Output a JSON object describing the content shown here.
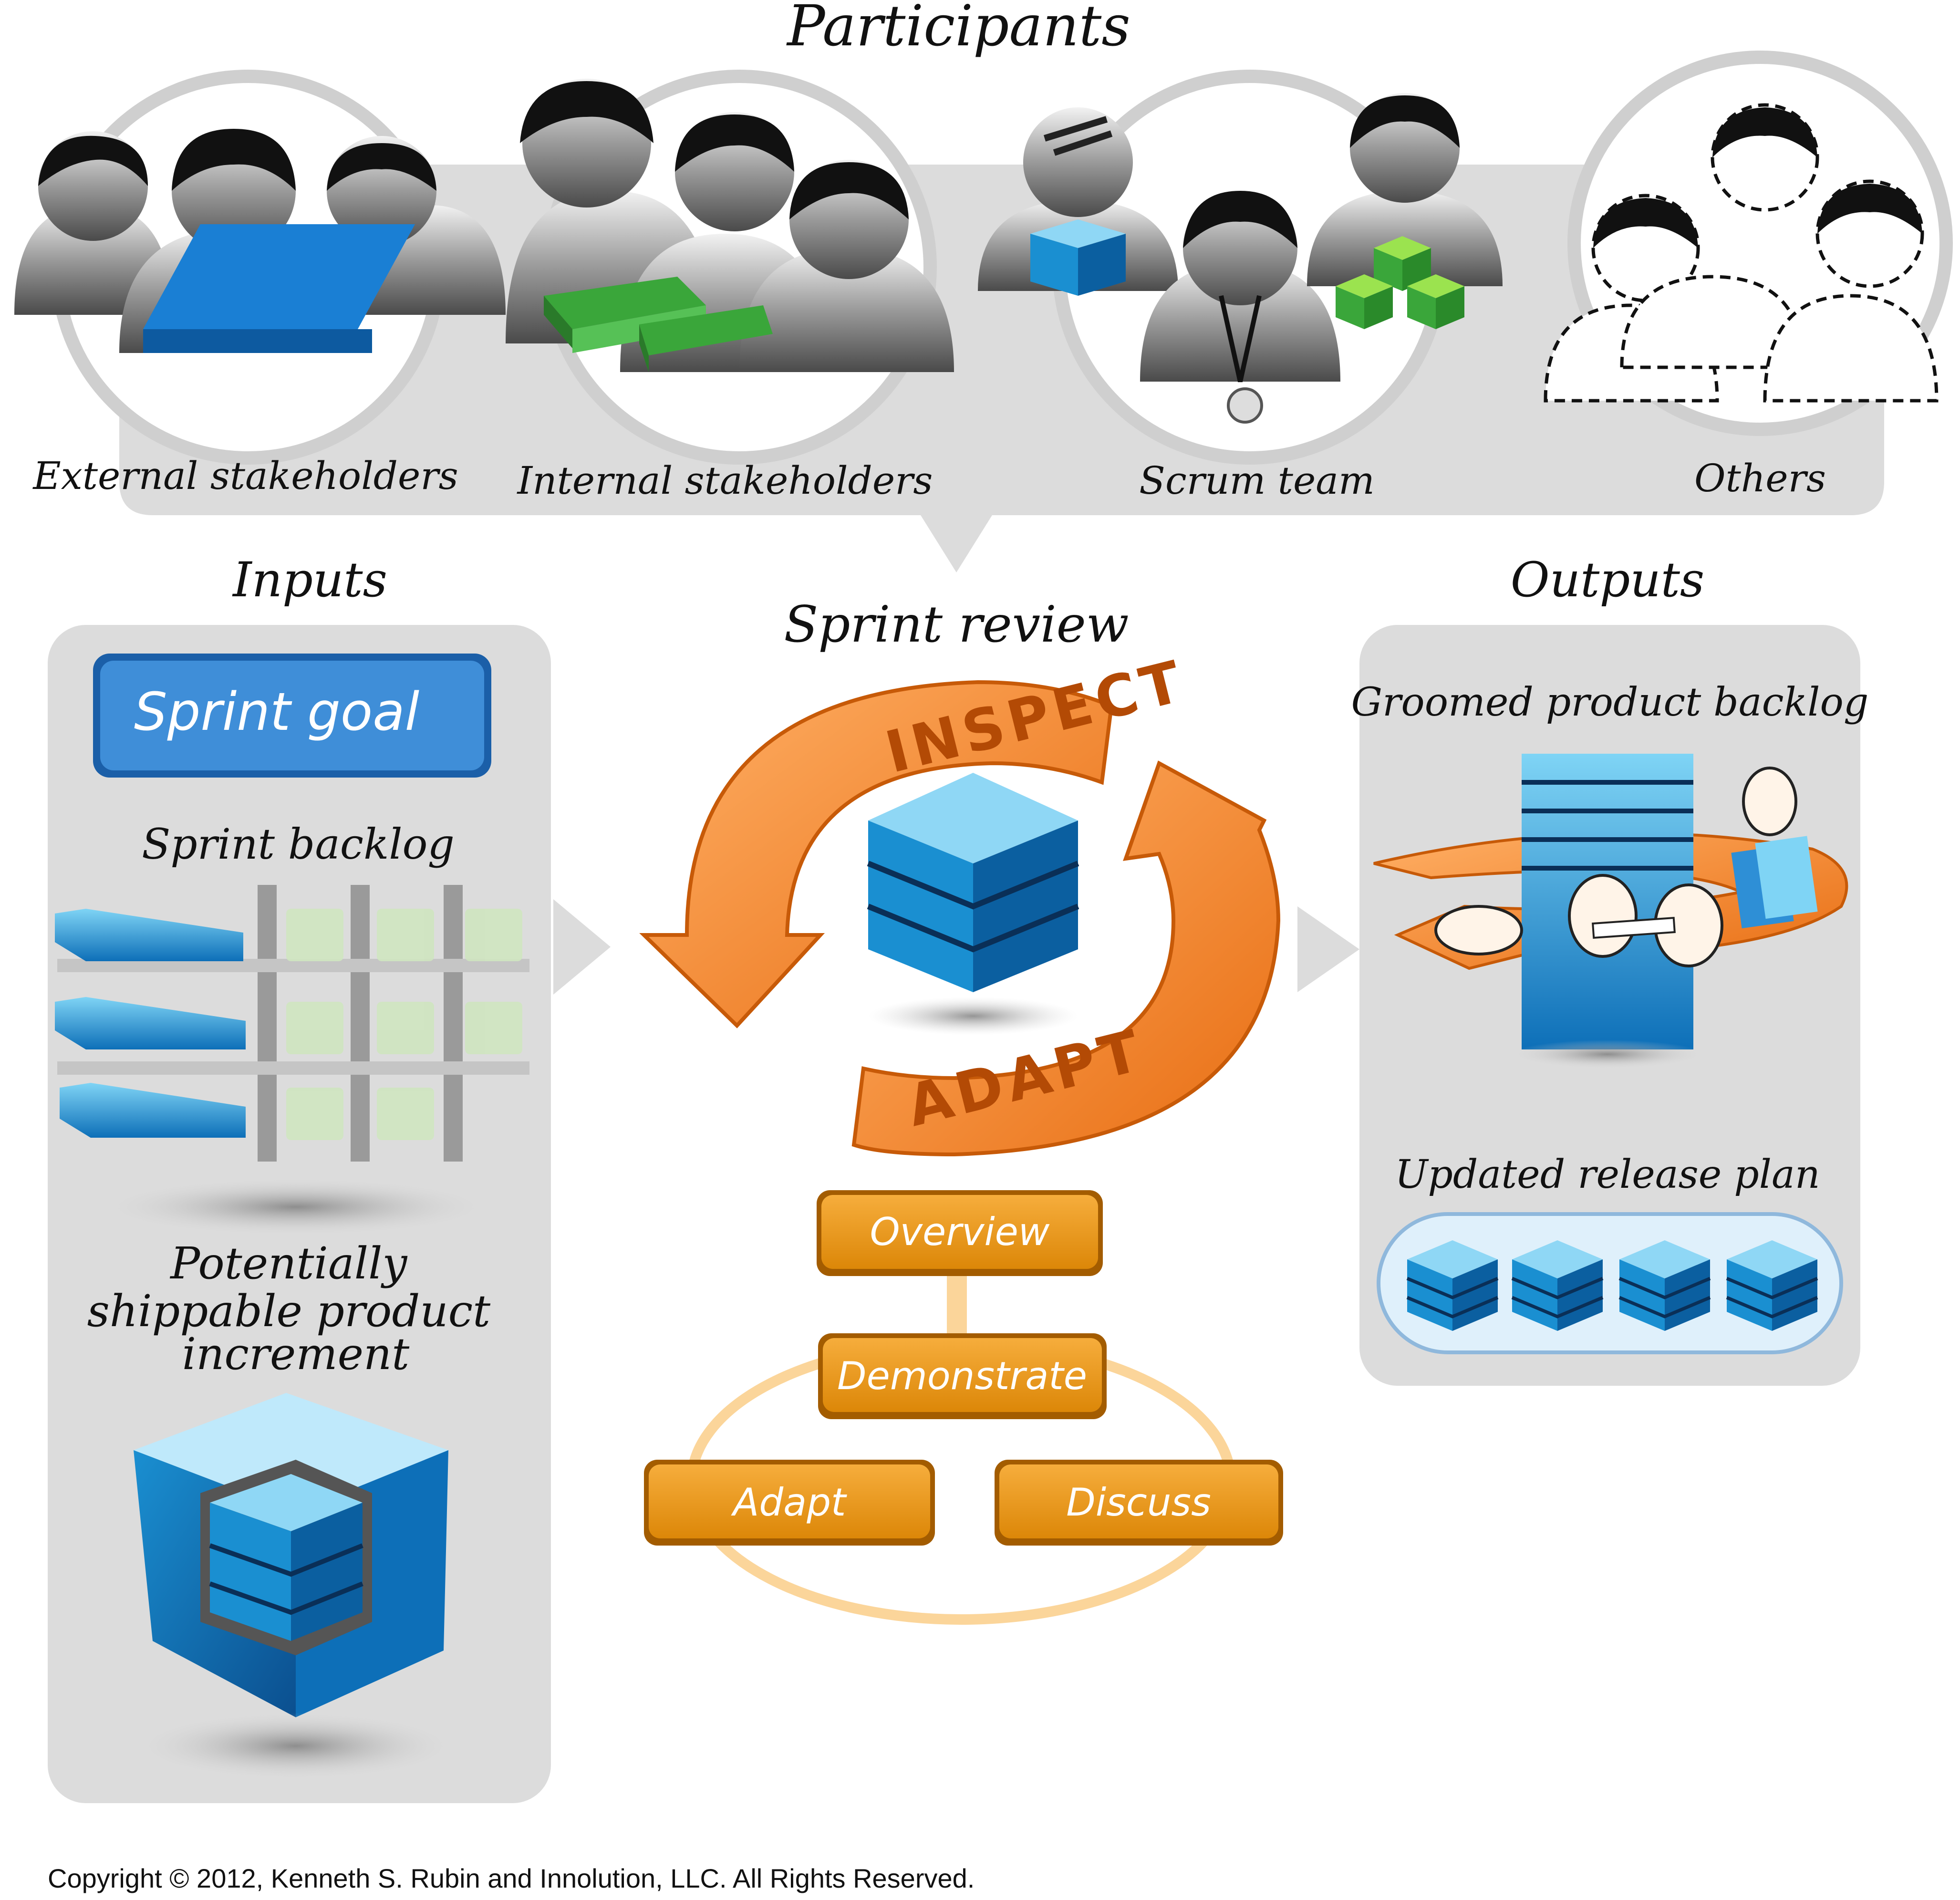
{
  "participants": {
    "title": "Participants",
    "groups": [
      {
        "label": "External stakeholders"
      },
      {
        "label": "Internal stakeholders"
      },
      {
        "label": "Scrum team"
      },
      {
        "label": "Others"
      }
    ]
  },
  "inputs": {
    "title": "Inputs",
    "sprint_goal": "Sprint goal",
    "sprint_backlog": "Sprint backlog",
    "increment_lines": [
      "Potentially",
      "shippable product",
      "increment"
    ]
  },
  "review": {
    "title": "Sprint review",
    "inspect": "INSPECT",
    "adapt": "ADAPT",
    "steps": {
      "overview": "Overview",
      "demonstrate": "Demonstrate",
      "adapt": "Adapt",
      "discuss": "Discuss"
    }
  },
  "outputs": {
    "title": "Outputs",
    "groomed": "Groomed product backlog",
    "release": "Updated release plan"
  },
  "copyright": "Copyright © 2012, Kenneth S. Rubin and Innolution, LLC. All Rights Reserved.",
  "colors": {
    "panel": "#dcdcdc",
    "panel_border": "#cfcfcf",
    "blue": "#2e8fd6",
    "blue_dark": "#1b5fa8",
    "orange": "#f08a2a",
    "orange_box": "#e8920f",
    "green": "#3aa63a"
  }
}
